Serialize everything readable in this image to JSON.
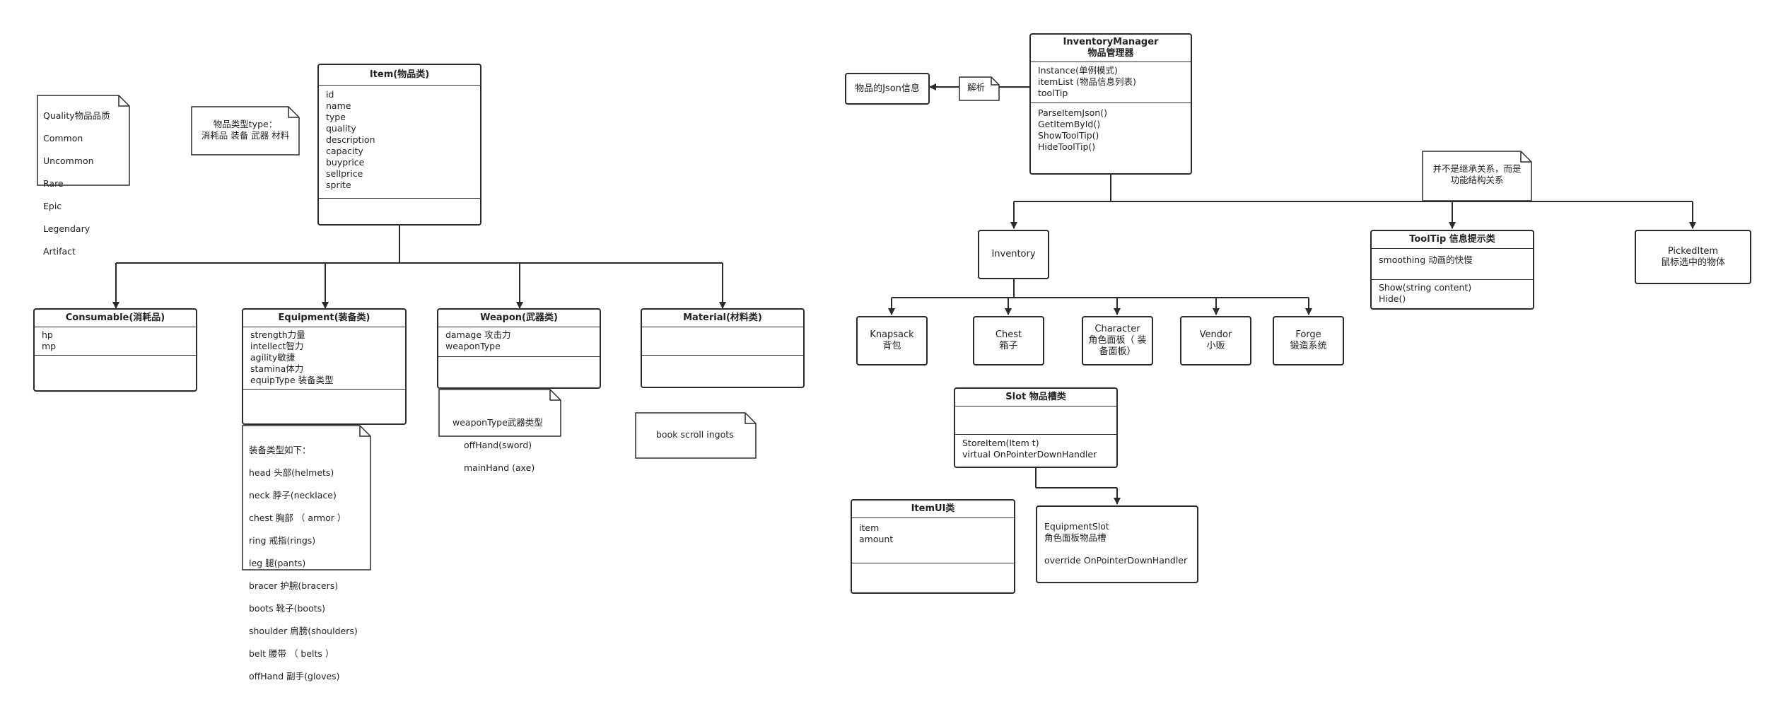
{
  "left": {
    "quality_note": {
      "title": "Quality物品品质",
      "items": [
        "Common",
        "Uncommon",
        "Rare",
        "Epic",
        "Legendary",
        "Artifact"
      ]
    },
    "type_note": {
      "text": "物品类型type：\n消耗品 装备 武器 材料"
    },
    "item_class": {
      "title": "Item(物品类)",
      "attributes": [
        "id",
        "name",
        "type",
        "quality",
        "description",
        "capacity",
        "buyprice",
        "sellprice",
        "sprite"
      ]
    },
    "consumable_class": {
      "title": "Consumable(消耗品)",
      "attributes": [
        "hp",
        "mp"
      ]
    },
    "equipment_class": {
      "title": "Equipment(装备类)",
      "attributes": [
        "strength力量",
        "intellect智力",
        "agility敏捷",
        "stamina体力",
        "equipType 装备类型"
      ]
    },
    "equip_type_note": {
      "lines": [
        "装备类型如下：",
        "head 头部(helmets)",
        "neck 脖子(necklace)",
        "chest 胸部 （ armor ）",
        "ring 戒指(rings)",
        "leg 腿(pants)",
        "bracer 护腕(bracers)",
        "boots 靴子(boots)",
        "shoulder 肩膀(shoulders)",
        "belt 腰带 （ belts ）",
        "offHand 副手(gloves)"
      ]
    },
    "weapon_class": {
      "title": "Weapon(武器类)",
      "attributes": [
        "damage 攻击力",
        "weaponType"
      ]
    },
    "weapon_type_note": {
      "lines": [
        "weaponType武器类型",
        "offHand(sword)",
        "mainHand (axe)"
      ]
    },
    "material_class": {
      "title": "Material(材料类)"
    },
    "material_note": {
      "text": "book scroll ingots"
    }
  },
  "right": {
    "json_box": {
      "text": "物品的Json信息"
    },
    "parse_note": {
      "text": "解析"
    },
    "inventory_manager": {
      "title": "InventoryManager\n物品管理器",
      "attributes": [
        "Instance(单例模式)",
        "itemList (物品信息列表)",
        "toolTip"
      ],
      "methods": [
        "ParseItemJson()",
        "GetItemById()",
        "ShowToolTip()",
        "HideToolTip()"
      ]
    },
    "relation_note": {
      "text": "并不是继承关系，而是\n功能结构关系"
    },
    "inventory": {
      "text": "Inventory"
    },
    "tooltip_class": {
      "title": "ToolTip 信息提示类",
      "attributes": [
        "smoothing 动画的快慢"
      ],
      "methods": [
        "Show(string content)",
        "Hide()"
      ]
    },
    "picked_item": {
      "text": "PickedItem\n鼠标选中的物体"
    },
    "sub_inventories": [
      {
        "text": "Knapsack\n背包"
      },
      {
        "text": "Chest\n箱子"
      },
      {
        "text": "Character\n角色面板（ 装\n备面板）"
      },
      {
        "text": "Vendor\n小贩"
      },
      {
        "text": "Forge\n锻造系统"
      }
    ],
    "slot_class": {
      "title": "Slot 物品槽类",
      "methods": [
        "StoreItem(Item t)",
        "virtual OnPointerDownHandler"
      ]
    },
    "item_ui_class": {
      "title": "ItemUI类",
      "attributes": [
        "item",
        "amount"
      ]
    },
    "equipment_slot": {
      "lines": [
        "EquipmentSlot",
        "角色面板物品槽",
        "",
        "override OnPointerDownHandler"
      ]
    }
  }
}
